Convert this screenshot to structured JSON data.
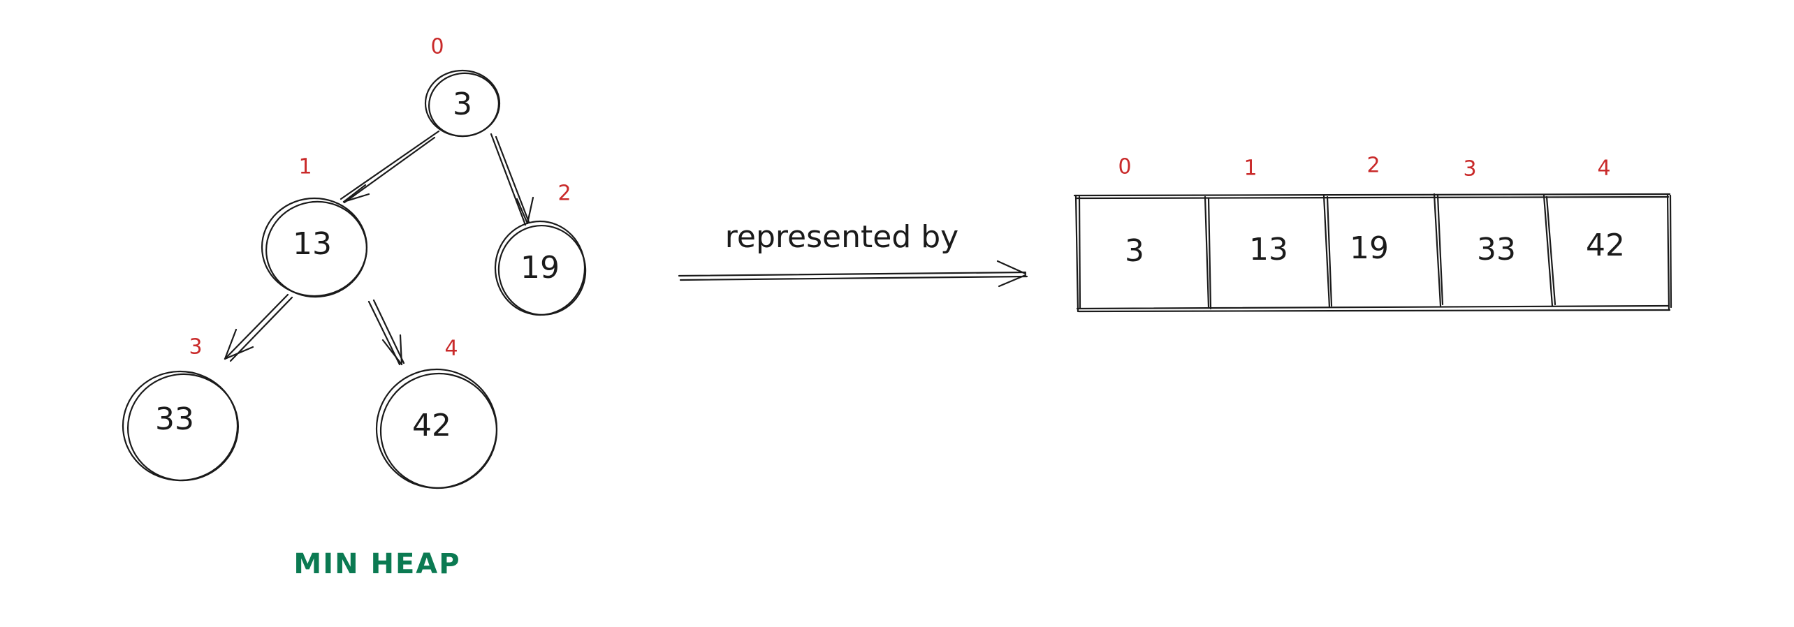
{
  "colors": {
    "ink": "#1a1a1a",
    "index": "#c92a2a",
    "caption": "#0b7a52"
  },
  "tree": {
    "caption": "MIN HEAP",
    "nodes": [
      {
        "index": "0",
        "value": "3"
      },
      {
        "index": "1",
        "value": "13"
      },
      {
        "index": "2",
        "value": "19"
      },
      {
        "index": "3",
        "value": "33"
      },
      {
        "index": "4",
        "value": "42"
      }
    ],
    "edges": [
      {
        "from": 0,
        "to": 1
      },
      {
        "from": 0,
        "to": 2
      },
      {
        "from": 1,
        "to": 3
      },
      {
        "from": 1,
        "to": 4
      }
    ]
  },
  "relation": {
    "label": "represented by"
  },
  "array": {
    "cells": [
      {
        "index": "0",
        "value": "3"
      },
      {
        "index": "1",
        "value": "13"
      },
      {
        "index": "2",
        "value": "19"
      },
      {
        "index": "3",
        "value": "33"
      },
      {
        "index": "4",
        "value": "42"
      }
    ]
  }
}
